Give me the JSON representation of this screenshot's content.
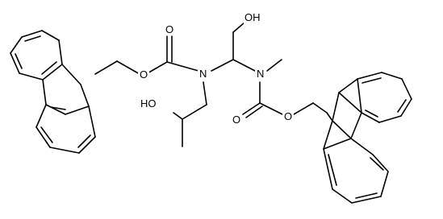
{
  "molecule": {
    "atom_labels": {
      "o_carbonyl_left": "O",
      "o_ester_left": "O",
      "n_left": "N",
      "oh_top": "OH",
      "ho_left": "HO",
      "n_right": "N",
      "o_carbonyl_right": "O",
      "o_ester_right": "O"
    },
    "colors": {
      "bond": "#000000",
      "background": "#ffffff"
    }
  }
}
